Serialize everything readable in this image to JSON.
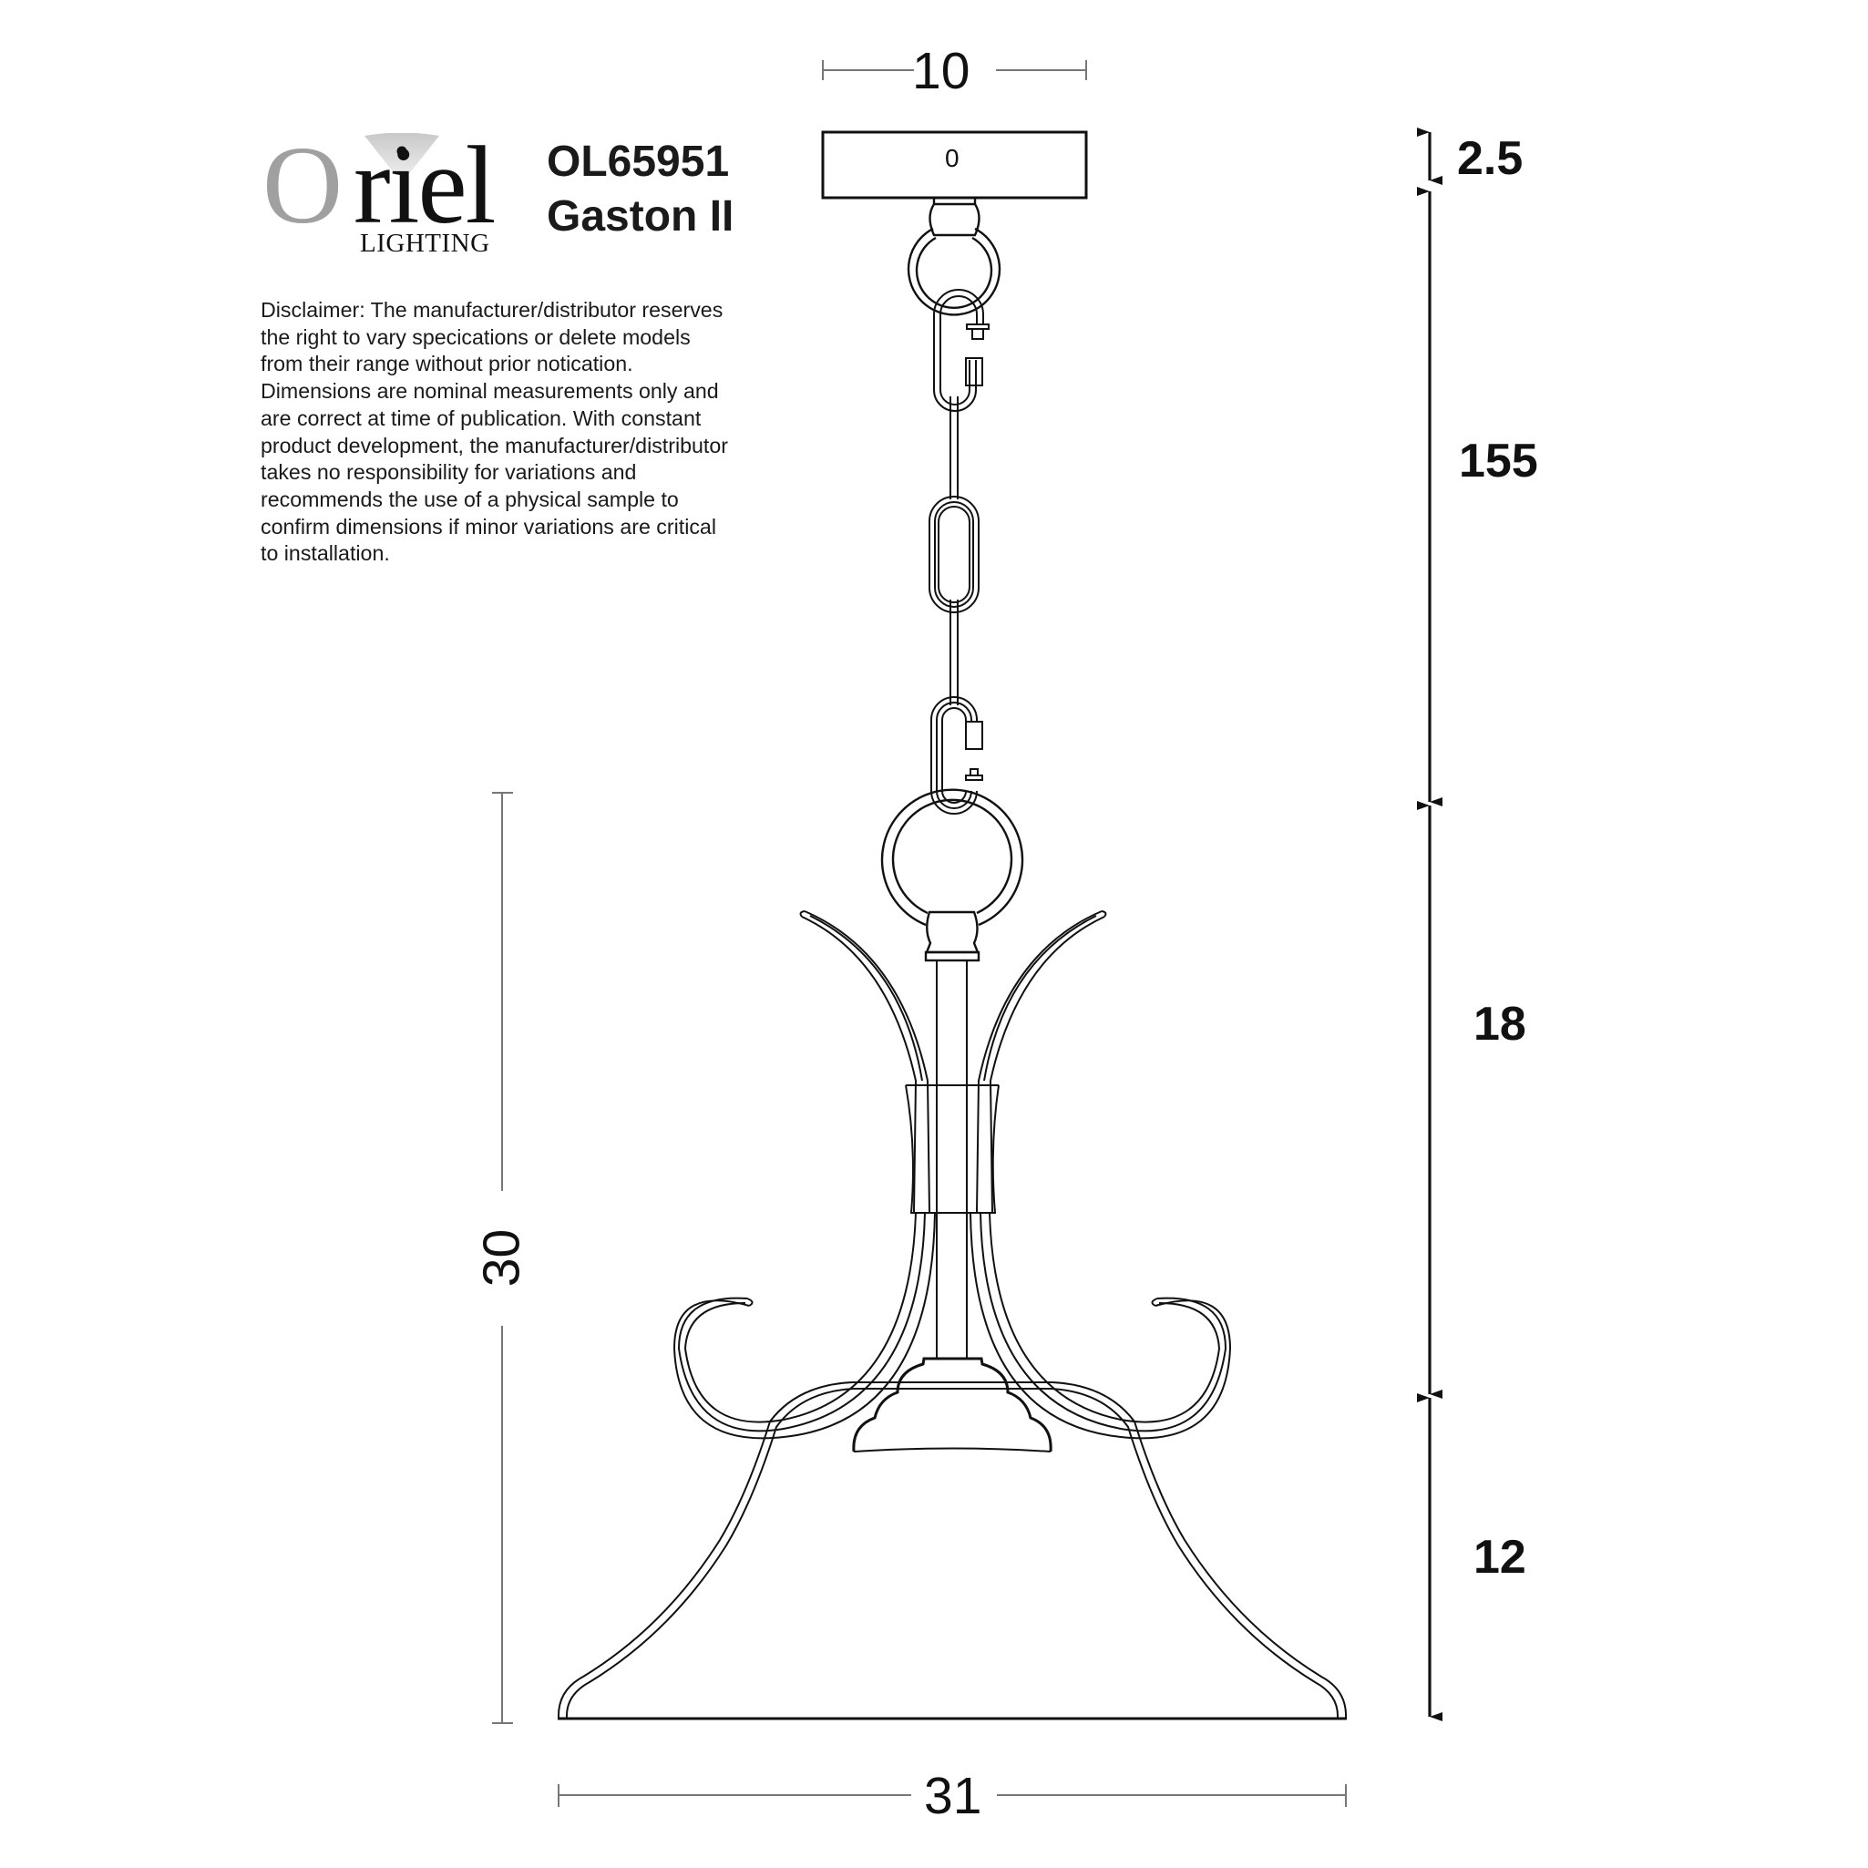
{
  "brand": {
    "logo_initial": "O",
    "logo_rest": "riel",
    "logo_subtitle": "LIGHTING",
    "logo_colors": {
      "initial": "#a0a0a0",
      "text": "#111111",
      "fan": "#d6d6d6"
    }
  },
  "product": {
    "code": "OL65951",
    "name": "Gaston II"
  },
  "disclaimer": "Disclaimer: The manufacturer/distributor reserves\nthe right to vary specications or delete models\nfrom their range without prior notication.\nDimensions are nominal measurements only and\nare correct at time of publication. With constant\nproduct development, the manufacturer/distributor\ntakes no responsibility for variations and\nrecommends the use of a physical sample to\nconfirm dimensions if minor variations are critical\nto installation.",
  "canopy": {
    "symbol": "0"
  },
  "dimensions": {
    "canopy_width": "10",
    "canopy_height": "2.5",
    "chain_length": "155",
    "fitting_height": "18",
    "shade_height": "12",
    "total_body_height": "30",
    "shade_width": "31"
  },
  "colors": {
    "line": "#111111",
    "dimension_line": "#777777",
    "background": "#ffffff"
  }
}
